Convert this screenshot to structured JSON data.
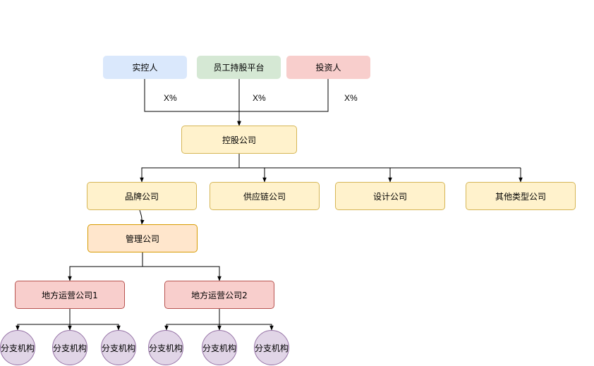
{
  "shareholders": {
    "controller": "实控人",
    "employee_platform": "员工持股平台",
    "investor": "投资人",
    "pct_controller": "X%",
    "pct_employee": "X%",
    "pct_investor": "X%"
  },
  "holding": "控股公司",
  "subsidiaries": {
    "brand": "品牌公司",
    "supply_chain": "供应链公司",
    "design": "设计公司",
    "other": "其他类型公司"
  },
  "management": "管理公司",
  "regional": {
    "op1": "地方运营公司1",
    "op2": "地方运营公司2"
  },
  "branches": [
    "分支机构",
    "分支机构",
    "分支机构",
    "分支机构",
    "分支机构",
    "分支机构"
  ],
  "colors": {
    "controller": "#dae8fc",
    "employee_platform": "#d5e8d4",
    "investor": "#f8cecc",
    "company_fill": "#fff2cc",
    "company_border": "#d6b656",
    "management_fill": "#ffe6cc",
    "regional_fill": "#f8cecc",
    "branch_fill": "#e1d5e7"
  }
}
